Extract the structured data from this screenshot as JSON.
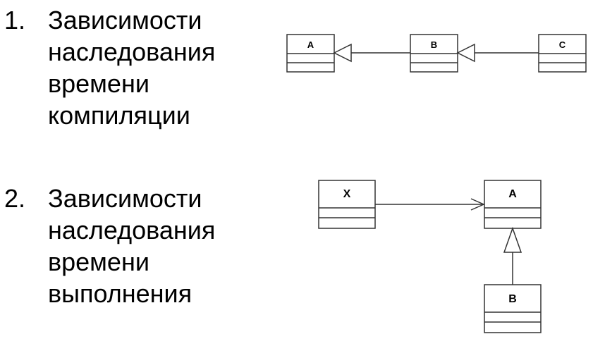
{
  "items": [
    {
      "number": "1.",
      "lines": [
        "Зависимости",
        "наследования",
        "времени",
        "компиляции"
      ]
    },
    {
      "number": "2.",
      "lines": [
        "Зависимости",
        "наследования",
        "времени",
        "выполнения"
      ]
    }
  ],
  "diagram_compile": {
    "classes": [
      "A",
      "B",
      "C"
    ]
  },
  "diagram_runtime": {
    "classes": [
      "X",
      "A",
      "B"
    ]
  },
  "colors": {
    "box_fill": "#ffffff",
    "stroke": "#333333",
    "text": "#000000"
  }
}
